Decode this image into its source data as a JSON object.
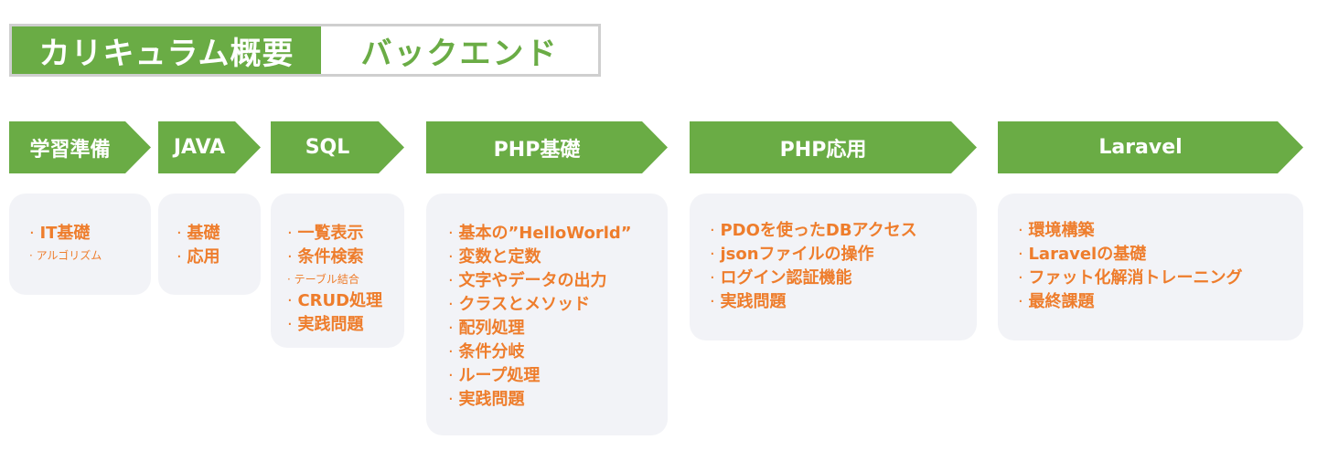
{
  "header": {
    "title": "カリキュラム概要",
    "subtitle": "バックエンド"
  },
  "colors": {
    "accent": "#6aac45",
    "item_text": "#ee7d2c",
    "card_bg": "#f2f3f7"
  },
  "steps": [
    {
      "label": "学習準備",
      "items": [
        {
          "text": "IT基礎"
        },
        {
          "text": "アルゴリズム",
          "small": true
        }
      ]
    },
    {
      "label": "JAVA",
      "items": [
        {
          "text": "基礎"
        },
        {
          "text": "応用"
        }
      ]
    },
    {
      "label": "SQL",
      "items": [
        {
          "text": "一覧表示"
        },
        {
          "text": "条件検索"
        },
        {
          "text": "テーブル結合",
          "small": true
        },
        {
          "text": "CRUD処理"
        },
        {
          "text": "実践問題"
        }
      ]
    },
    {
      "label": "PHP基礎",
      "items": [
        {
          "text": "基本の”HelloWorld”"
        },
        {
          "text": "変数と定数"
        },
        {
          "text": "文字やデータの出力"
        },
        {
          "text": "クラスとメソッド"
        },
        {
          "text": "配列処理"
        },
        {
          "text": "条件分岐"
        },
        {
          "text": "ループ処理"
        },
        {
          "text": "実践問題"
        }
      ]
    },
    {
      "label": "PHP応用",
      "items": [
        {
          "text": "PDOを使ったDBアクセス"
        },
        {
          "text": "jsonファイルの操作"
        },
        {
          "text": "ログイン認証機能"
        },
        {
          "text": "実践問題"
        }
      ]
    },
    {
      "label": "Laravel",
      "items": [
        {
          "text": "環境構築"
        },
        {
          "text": "Laravelの基礎"
        },
        {
          "text": "ファット化解消トレーニング"
        },
        {
          "text": "最終課題"
        }
      ]
    }
  ]
}
